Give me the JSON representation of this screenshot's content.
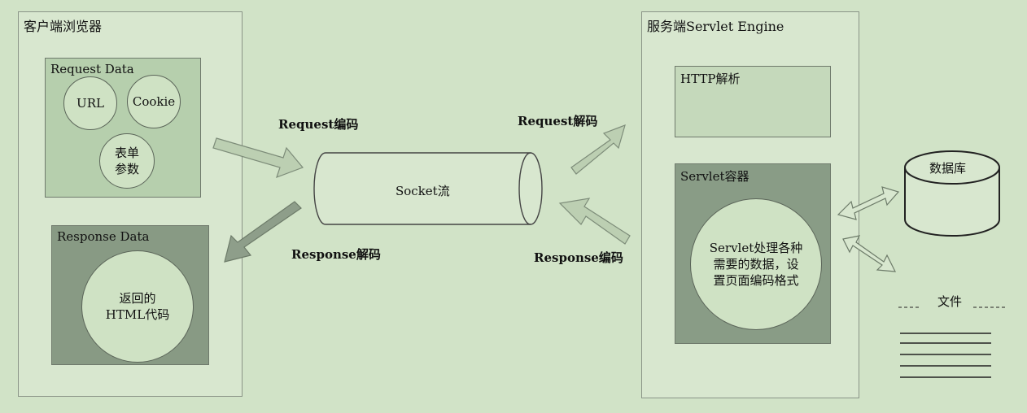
{
  "client": {
    "title": "客户端浏览器",
    "request_box": {
      "title": "Request Data",
      "items": [
        "URL",
        "Cookie",
        "表单\n参数"
      ]
    },
    "response_box": {
      "title": "Response Data",
      "content": "返回的\nHTML代码"
    }
  },
  "socket": {
    "label": "Socket流"
  },
  "arrows": {
    "request_encode": "Request编码",
    "response_decode": "Response解码",
    "request_decode": "Request解码",
    "response_encode": "Response编码"
  },
  "server": {
    "title": "服务端Servlet Engine",
    "http_box": {
      "title": "HTTP解析"
    },
    "container_box": {
      "title": "Servlet容器",
      "content": "Servlet处理各种\n需要的数据，设\n置页面编码格式"
    }
  },
  "database": {
    "label": "数据库"
  },
  "file": {
    "label": "文件"
  },
  "colors": {
    "background": "#d1e3c7",
    "panel": "#d8e7cf",
    "request_box": "#b6cfad",
    "response_box": "#889a84",
    "http_box": "#c5d9bb",
    "container_box": "#899c86",
    "arrow_fill": "#bccfb2",
    "arrow_dark": "#8e9e8a"
  }
}
